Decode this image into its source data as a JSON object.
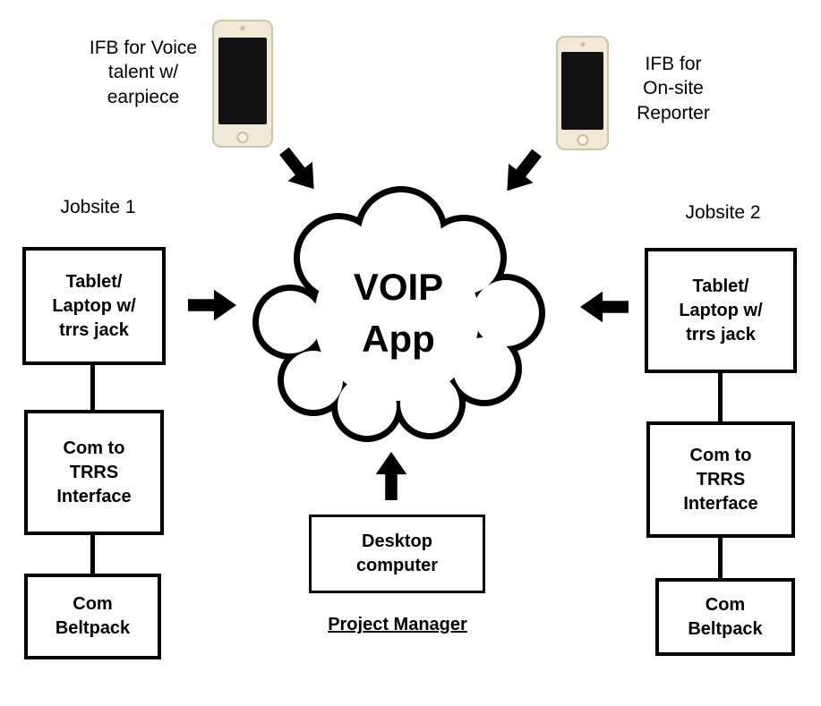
{
  "cloud": {
    "label": "VOIP\nApp"
  },
  "phone_left": {
    "label": "IFB for Voice\ntalent w/\nearpiece"
  },
  "phone_right": {
    "label": "IFB for\nOn-site\nReporter"
  },
  "jobsite1": {
    "title": "Jobsite 1",
    "box1": "Tablet/\nLaptop w/\ntrrs jack",
    "box2": "Com to\nTRRS\nInterface",
    "box3": "Com\nBeltpack"
  },
  "jobsite2": {
    "title": "Jobsite 2",
    "box1": "Tablet/\nLaptop w/\ntrrs jack",
    "box2": "Com to\nTRRS\nInterface",
    "box3": "Com\nBeltpack"
  },
  "manager": {
    "box": "Desktop\ncomputer",
    "caption": "Project Manager"
  },
  "colors": {
    "ink": "#000000",
    "phone_body": "#f1e9d6",
    "phone_screen": "#121212"
  }
}
